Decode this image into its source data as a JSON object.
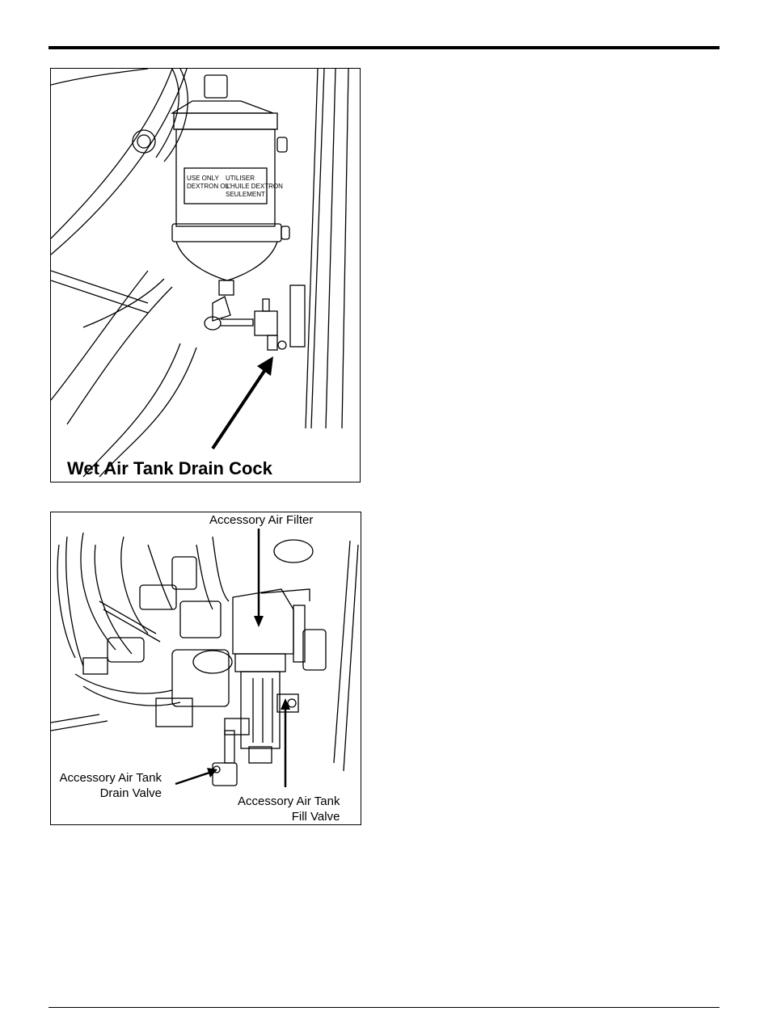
{
  "figure1": {
    "caption": "Wet Air Tank Drain Cock",
    "decal_left": [
      "USE ONLY",
      "DEXTRON OIL"
    ],
    "decal_right": [
      "UTILISER",
      "L'HUILE DEXTRON",
      "SEULEMENT"
    ]
  },
  "figure2": {
    "label_filter": "Accessory Air Filter",
    "label_drain_line1": "Accessory Air Tank",
    "label_drain_line2": "Drain Valve",
    "label_fill_line1": "Accessory Air Tank",
    "label_fill_line2": "Fill Valve"
  }
}
